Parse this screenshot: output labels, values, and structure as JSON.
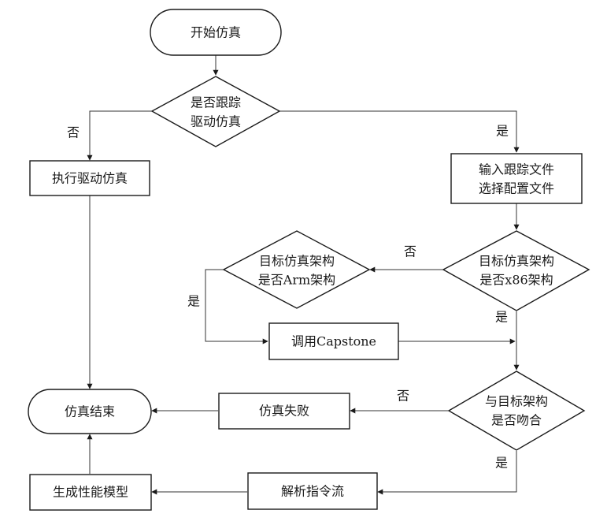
{
  "nodes": {
    "start": "开始仿真",
    "decision_trace": [
      "是否跟踪",
      "驱动仿真"
    ],
    "exec_drive": "执行驱动仿真",
    "input_trace": [
      "输入跟踪文件",
      "选择配置文件"
    ],
    "decision_x86": [
      "目标仿真架构",
      "是否x86架构"
    ],
    "decision_arm": [
      "目标仿真架构",
      "是否Arm架构"
    ],
    "capstone": "调用Capstone",
    "decision_match": [
      "与目标架构",
      "是否吻合"
    ],
    "fail": "仿真失败",
    "end": "仿真结束",
    "parse": "解析指令流",
    "model": "生成性能模型"
  },
  "labels": {
    "trace_no": "否",
    "trace_yes": "是",
    "x86_no": "否",
    "x86_yes": "是",
    "arm_yes": "是",
    "match_no": "否",
    "match_yes": "是"
  }
}
